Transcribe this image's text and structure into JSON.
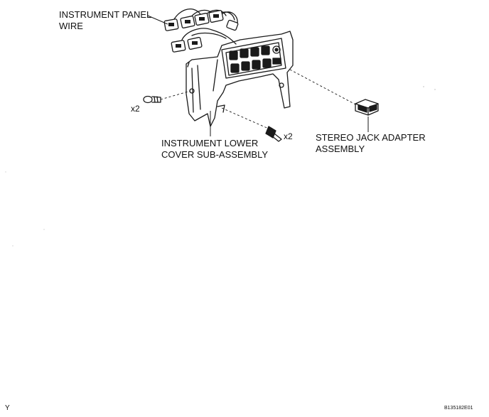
{
  "labels": {
    "panel_wire": [
      "INSTRUMENT PANEL",
      "WIRE"
    ],
    "lower_cover": [
      "INSTRUMENT LOWER",
      "COVER SUB-ASSEMBLY"
    ],
    "stereo_jack": [
      "STEREO JACK ADAPTER",
      "ASSEMBLY"
    ],
    "qty_left": "x2",
    "qty_right": "x2"
  },
  "footer": {
    "left_mark": "Y",
    "figure_code": "B135182E01"
  }
}
